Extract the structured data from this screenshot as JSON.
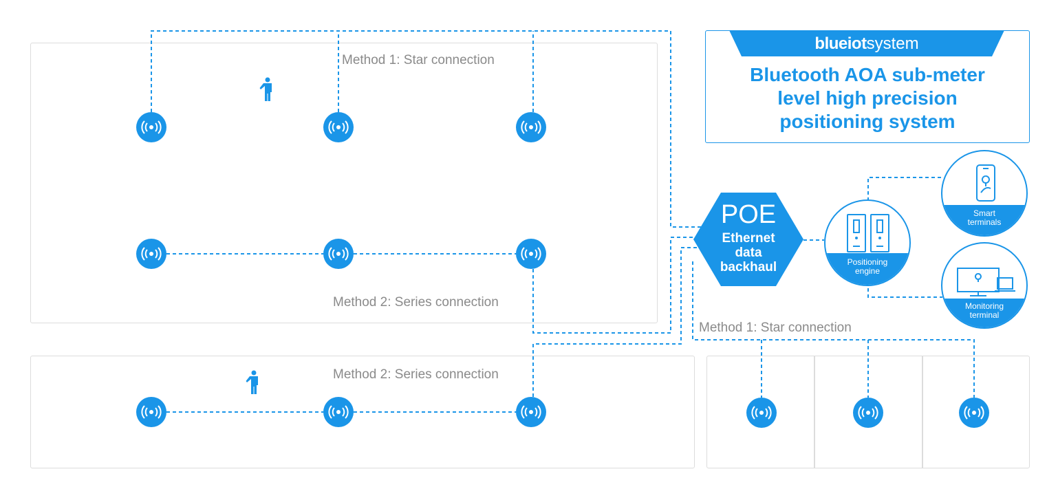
{
  "brand": {
    "name_bold": "blueiot",
    "name_light": "system"
  },
  "title": {
    "lines": [
      "Bluetooth AOA sub-meter",
      "level high precision",
      "positioning system"
    ]
  },
  "labels": {
    "star_top": "Method 1: Star connection",
    "series_top": "Method 2: Series connection",
    "series_bottom": "Method 2: Series connection",
    "star_right": "Method 1: Star connection"
  },
  "poe": {
    "line1": "POE",
    "line2": "Ethernet",
    "line3": "data",
    "line4": "backhaul"
  },
  "engine": {
    "line1": "Positioning",
    "line2": "engine"
  },
  "smart": {
    "line1": "Smart",
    "line2": "terminals"
  },
  "monitor": {
    "line1": "Monitoring",
    "line2": "terminal"
  },
  "colors": {
    "accent": "#1a95e8",
    "border": "#dcdcdc",
    "label": "#8a8a8a"
  },
  "icons": {
    "anchor": "bluetooth-anchor-icon",
    "person": "person-icon",
    "server": "server-icon",
    "phone": "phone-icon",
    "monitor": "monitor-icon"
  }
}
